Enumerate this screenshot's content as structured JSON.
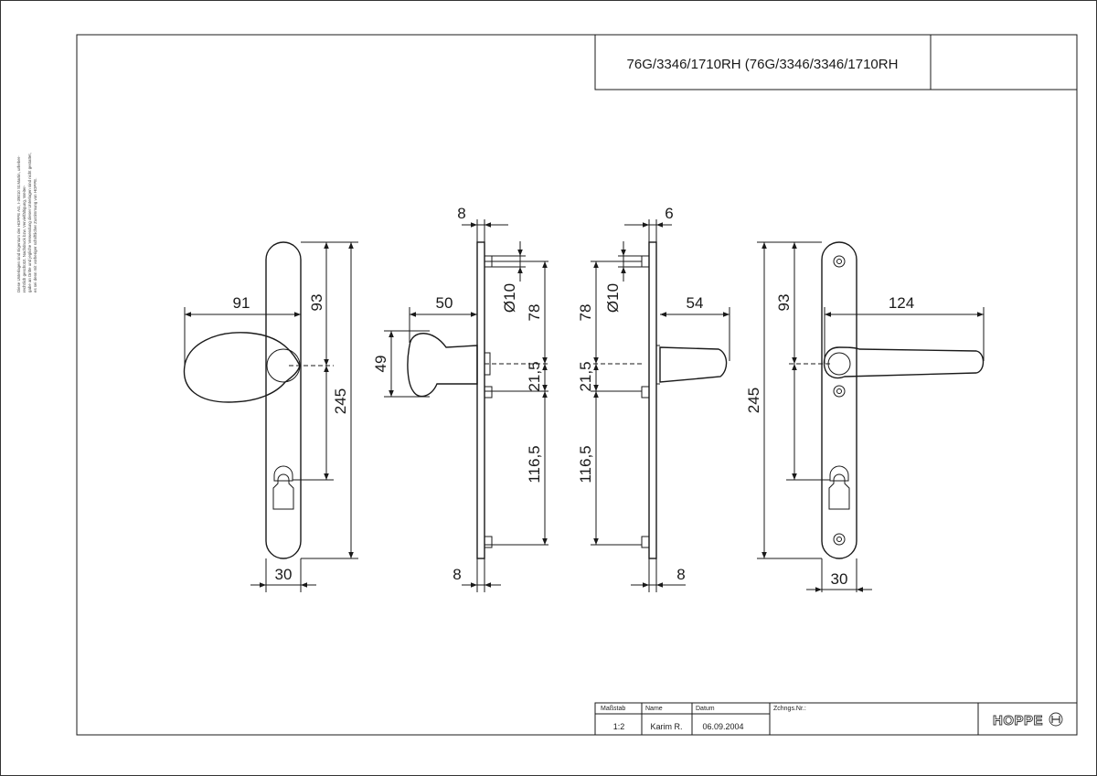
{
  "title": "76G/3346/1710RH (76G/3346/3346/1710RH",
  "copyright_lines": [
    "Diese Unterlagen sind Eigentum der HOPPE AG, I-39010 St.Martin, urheber-",
    "rechtlich geschützt. Nachdruck bzw. Vervielfältigung, Weiter-",
    "gabe an Dritte und jegliche Verwendung dieser Unterlagen sind nicht gestattet,",
    "es sei denn mit vorheriger schriftlicher Zustimmung von HOPPE."
  ],
  "title_block": {
    "scale_label": "Maßstab",
    "scale_value": "1:2",
    "name_label": "Name",
    "name_value": "Karim R.",
    "date_label": "Datum",
    "date_value": "06.09.2004",
    "drawing_no_label": "Zchngs.Nr.:",
    "drawing_no_value": "",
    "logo": "HOPPE"
  },
  "dimensions": {
    "view1": {
      "knob_length": "91",
      "top_to_axis": "93",
      "total_height": "245",
      "plate_width": "30"
    },
    "view2": {
      "plate_thickness_top": "8",
      "knob_projection": "50",
      "knob_diameter": "49",
      "hole_diameter": "Ø10",
      "top_to_screw": "78",
      "screw_to_axis": "21,5",
      "axis_to_bottom": "116,5",
      "plate_thickness_bottom": "8"
    },
    "view3": {
      "plate_thickness_top": "6",
      "hole_diameter": "Ø10",
      "top_to_screw": "78",
      "lever_projection": "54",
      "screw_to_axis": "21,5",
      "axis_to_bottom": "116,5",
      "plate_thickness_bottom": "8"
    },
    "view4": {
      "total_height": "245",
      "top_to_axis": "93",
      "lever_length": "124",
      "plate_width": "30"
    }
  }
}
